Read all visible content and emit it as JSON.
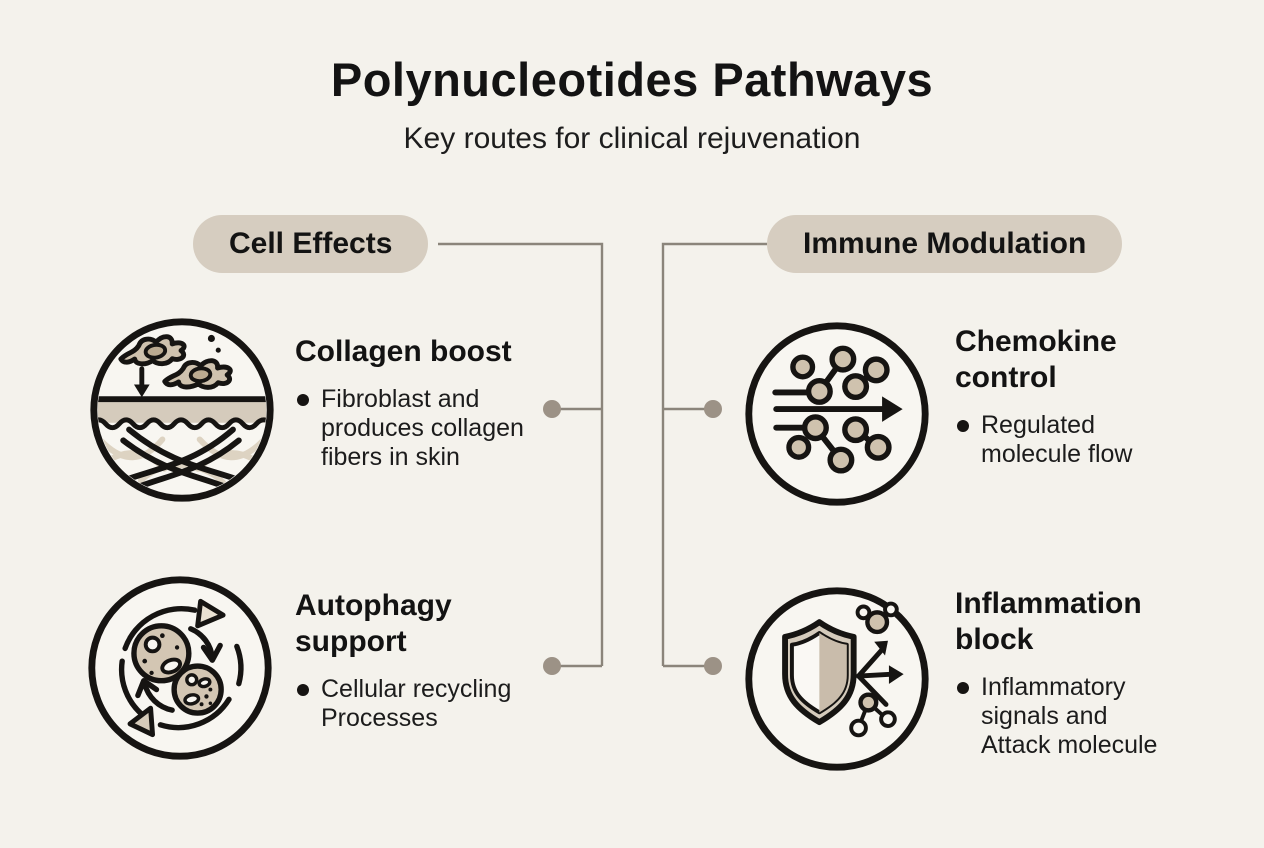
{
  "title": "Polynucleotides Pathways",
  "subtitle": "Key routes for clinical rejuvenation",
  "colors": {
    "background": "#f4f2ec",
    "pill_background": "#d6cdc0",
    "heading_text": "#131313",
    "body_text": "#1c1c1c",
    "connector_line": "#8b857b",
    "connector_dot": "#9c9286",
    "icon_stroke": "#161412",
    "icon_tan": "#cfc2ae",
    "icon_tan_light": "#ddd3c2"
  },
  "sections": [
    {
      "label": "Cell Effects",
      "items": [
        {
          "icon": "fibroblast-skin-icon",
          "heading": "Collagen boost",
          "bullet": "Fibroblast and\nproduces collagen\nfibers in skin"
        },
        {
          "icon": "autophagy-recycle-icon",
          "heading": "Autophagy\nsupport",
          "bullet": "Cellular recycling\nProcesses"
        }
      ]
    },
    {
      "label": "Immune Modulation",
      "items": [
        {
          "icon": "chemokine-flow-icon",
          "heading": "Chemokine\ncontrol",
          "bullet": "Regulated\nmolecule flow"
        },
        {
          "icon": "inflammation-shield-icon",
          "heading": "Inflammation\nblock",
          "bullet": "Inflammatory\nsignals and\nAttack molecule"
        }
      ]
    }
  ]
}
